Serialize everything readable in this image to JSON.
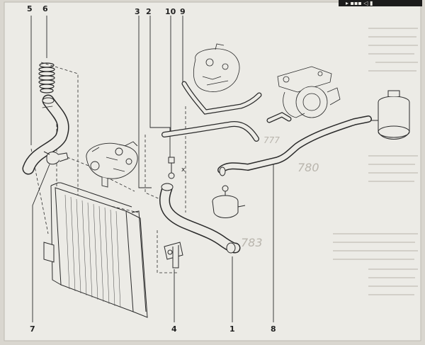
{
  "header": {
    "corner_text": "▸ ▪▪▪ ◁ ▮"
  },
  "callouts": {
    "top": [
      "5",
      "6",
      "3",
      "2",
      "10",
      "9"
    ],
    "bottom": [
      "7",
      "4",
      "1",
      "8"
    ]
  },
  "annotations": {
    "clamp_mark": "x",
    "hand_780": "780",
    "hand_783": "783",
    "hand_777": "777"
  },
  "colors": {
    "paper": "#ecebe6",
    "line": "#2a2a2a",
    "header_bar": "#1c1c1c"
  }
}
